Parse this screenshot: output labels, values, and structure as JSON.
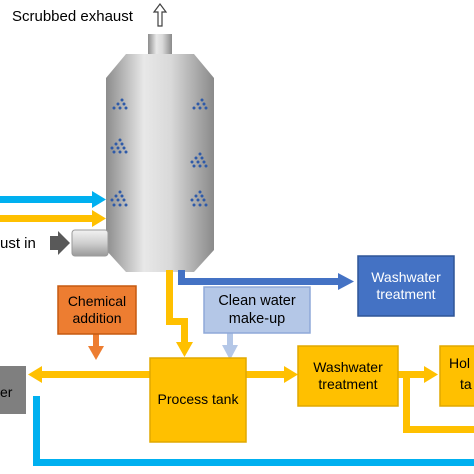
{
  "labels": {
    "scrubbed_exhaust": "Scrubbed exhaust",
    "exhaust_in": "ust in",
    "chemical_addition_1": "Chemical",
    "chemical_addition_2": "addition",
    "clean_water_1": "Clean water",
    "clean_water_2": "make-up",
    "washwater_treatment_top_1": "Washwater",
    "washwater_treatment_top_2": "treatment",
    "process_tank": "Process tank",
    "washwater_treatment_bottom_1": "Washwater",
    "washwater_treatment_bottom_2": "treatment",
    "holding_tank_1": "Hol",
    "holding_tank_2": "ta",
    "left_partial": "er"
  },
  "colors": {
    "yellow": "#ffc000",
    "blue_line": "#4472c4",
    "light_blue_line": "#00b0f0",
    "orange_box": "#ed7d31",
    "light_blue_box": "#b4c7e7",
    "grey_tower": "#c0c0c0"
  }
}
